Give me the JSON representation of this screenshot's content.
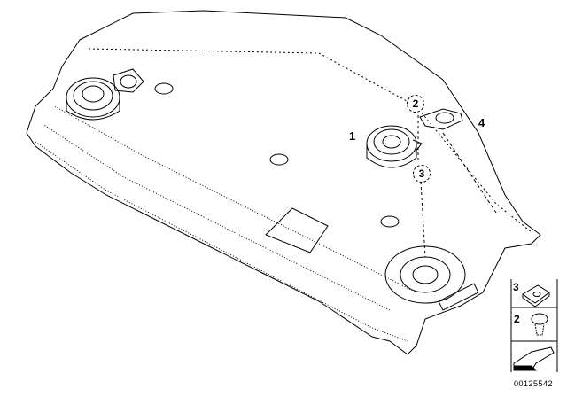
{
  "diagram": {
    "callouts": {
      "part1": "1",
      "part2": "2",
      "part3": "3",
      "part4": "4"
    },
    "legend": {
      "item3": "3",
      "item2": "2"
    },
    "image_code": "00125542"
  }
}
